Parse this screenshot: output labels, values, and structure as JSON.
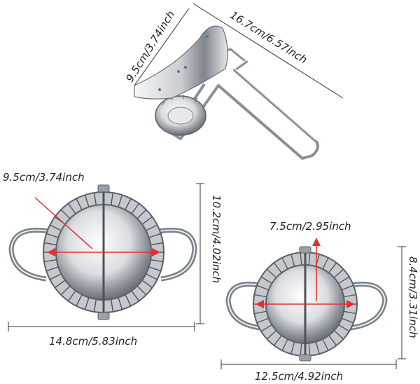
{
  "product": {
    "cutter": {
      "height_label": "9.5cm/3.74inch",
      "length_label": "16.7cm/6.57inch"
    },
    "large_mold": {
      "diameter_label": "9.5cm/3.74inch",
      "height_label": "10.2cm/4.02inch",
      "width_label": "14.8cm/5.83inch"
    },
    "small_mold": {
      "diameter_label": "7.5cm/2.95inch",
      "height_label": "8.4cm/3.31inch",
      "width_label": "12.5cm/4.92inch"
    }
  },
  "colors": {
    "steel_light": "#f2f3f5",
    "steel_mid": "#b8bcc2",
    "steel_dark": "#5c6168",
    "arrow_red": "#e0322d",
    "line": "#333333"
  }
}
